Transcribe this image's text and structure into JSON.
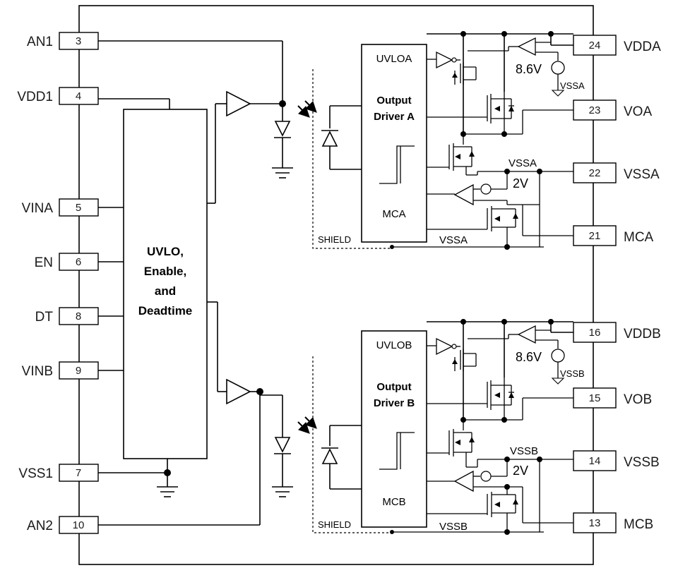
{
  "pins_left": [
    {
      "name": "AN1",
      "num": "3"
    },
    {
      "name": "VDD1",
      "num": "4"
    },
    {
      "name": "VINA",
      "num": "5"
    },
    {
      "name": "EN",
      "num": "6"
    },
    {
      "name": "DT",
      "num": "8"
    },
    {
      "name": "VINB",
      "num": "9"
    },
    {
      "name": "VSS1",
      "num": "7"
    },
    {
      "name": "AN2",
      "num": "10"
    }
  ],
  "pins_right": [
    {
      "name": "VDDA",
      "num": "24"
    },
    {
      "name": "VOA",
      "num": "23"
    },
    {
      "name": "VSSA",
      "num": "22"
    },
    {
      "name": "MCA",
      "num": "21"
    },
    {
      "name": "VDDB",
      "num": "16"
    },
    {
      "name": "VOB",
      "num": "15"
    },
    {
      "name": "VSSB",
      "num": "14"
    },
    {
      "name": "MCB",
      "num": "13"
    }
  ],
  "control_block": {
    "line1": "UVLO,",
    "line2": "Enable,",
    "line3": "and",
    "line4": "Deadtime"
  },
  "channel_a": {
    "uvlo": "UVLOA",
    "driver_line1": "Output",
    "driver_line2": "Driver A",
    "mc": "MCA",
    "shield": "SHIELD",
    "uvlo_voltage": "8.6V",
    "uvlo_ref": "VSSA",
    "mc_voltage": "2V",
    "rail_label_top": "VSSA",
    "rail_label_bottom": "VSSA"
  },
  "channel_b": {
    "uvlo": "UVLOB",
    "driver_line1": "Output",
    "driver_line2": "Driver B",
    "mc": "MCB",
    "shield": "SHIELD",
    "uvlo_voltage": "8.6V",
    "uvlo_ref": "VSSB",
    "mc_voltage": "2V",
    "rail_label_top": "VSSB",
    "rail_label_bottom": "VSSB"
  }
}
